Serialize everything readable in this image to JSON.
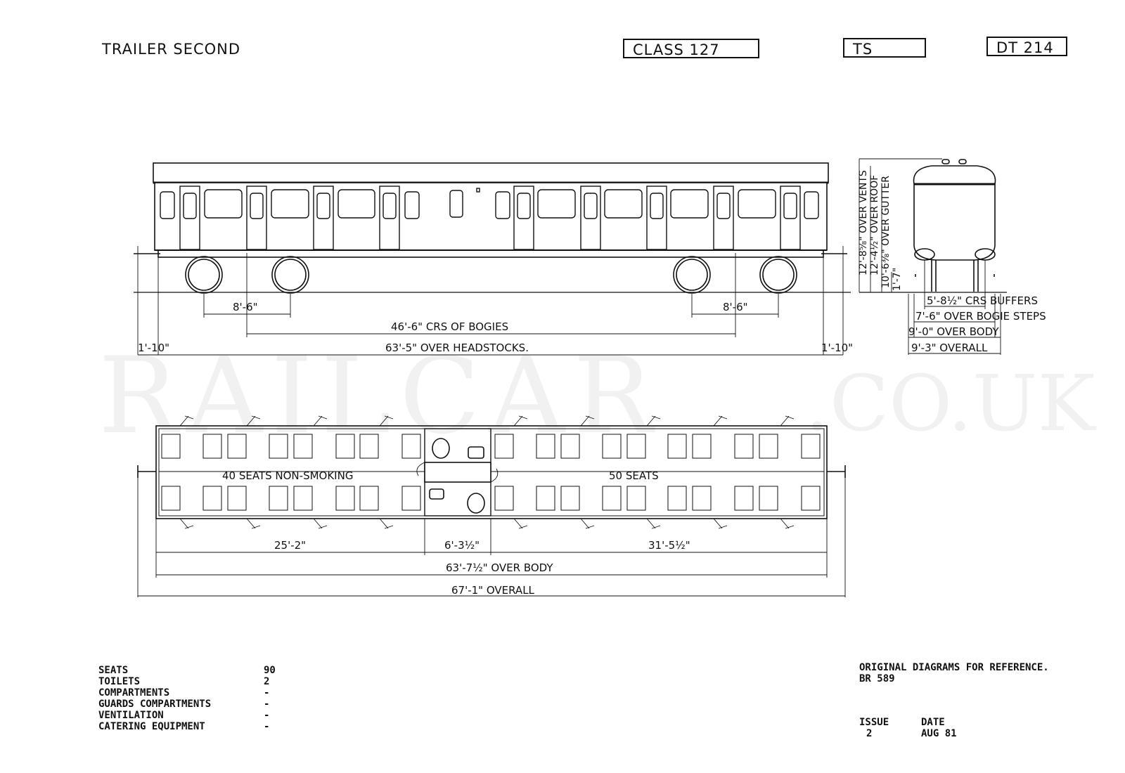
{
  "header": {
    "title": "TRAILER SECOND",
    "class_label": "CLASS 127",
    "type_code": "TS",
    "diagram_code": "DT 214"
  },
  "watermark": {
    "main": "RAILCAR",
    "suffix": ".CO.UK"
  },
  "side_elevation": {
    "bogie_wheelbase_left": "8'-6\"",
    "bogie_wheelbase_right": "8'-6\"",
    "bogie_centres": "46'-6\" CRS OF BOGIES",
    "over_headstocks": "63'-5\" OVER HEADSTOCKS.",
    "overhang_left": "1'-10\"",
    "overhang_right": "1'-10\""
  },
  "end_elevation": {
    "heights": [
      "12'-8⅝\" OVER VENTS",
      "12'-4½\" OVER ROOF",
      "10'-6⅜\" OVER GUTTER",
      "1'-7\""
    ],
    "widths": [
      "5'-8½\" CRS BUFFERS",
      "7'-6\" OVER BOGIE STEPS",
      "9'-0\" OVER BODY",
      "9'-3\" OVERALL"
    ]
  },
  "plan": {
    "saloon_left_label": "40 SEATS NON-SMOKING",
    "saloon_right_label": "50 SEATS",
    "dim_left": "25'-2\"",
    "dim_middle": "6'-3½\"",
    "dim_right": "31'-5½\"",
    "over_body": "63'-7½\" OVER BODY",
    "overall": "67'-1\" OVERALL"
  },
  "specs": [
    {
      "label": "SEATS",
      "value": "90"
    },
    {
      "label": "TOILETS",
      "value": "2"
    },
    {
      "label": "COMPARTMENTS",
      "value": "-"
    },
    {
      "label": "GUARDS COMPARTMENTS",
      "value": "-"
    },
    {
      "label": "VENTILATION",
      "value": "-"
    },
    {
      "label": "CATERING EQUIPMENT",
      "value": "-"
    }
  ],
  "reference": {
    "line1": "ORIGINAL DIAGRAMS FOR REFERENCE.",
    "line2": "BR 589",
    "issue_label": "ISSUE",
    "issue_value": "2",
    "date_label": "DATE",
    "date_value": "AUG 81"
  }
}
